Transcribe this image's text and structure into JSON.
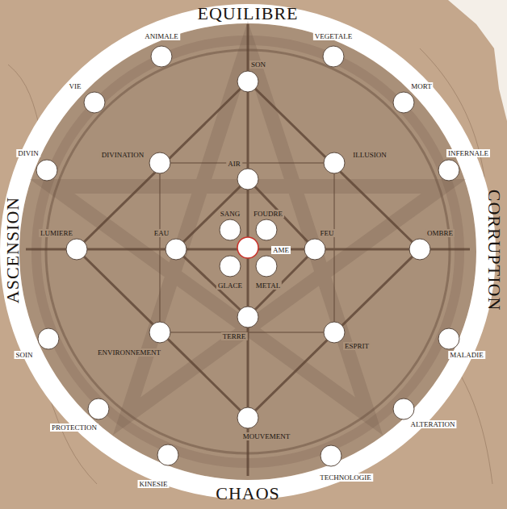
{
  "diagram": {
    "nodes": [
      {
        "text": [
          "ANIMALE"
        ]
      },
      {
        "text": [
          "VEGETALE"
        ]
      },
      {
        "text": [
          "SON"
        ]
      },
      {
        "text": [
          "VIE"
        ]
      },
      {
        "text": [
          "MORT"
        ]
      },
      {
        "text": [
          "DIVINATION"
        ]
      },
      {
        "text": [
          "ILLUSION"
        ]
      },
      {
        "text": [
          "DIVIN"
        ]
      },
      {
        "text": [
          "INFERNALE"
        ]
      },
      {
        "text": [
          "AIR"
        ]
      },
      {
        "text": [
          "SANG"
        ]
      },
      {
        "text": [
          "FOUDRE"
        ]
      },
      {
        "text": [
          "LUMIERE"
        ]
      },
      {
        "text": [
          "EAU"
        ]
      },
      {
        "text": [
          "AME"
        ]
      },
      {
        "text": [
          "FEU"
        ]
      },
      {
        "text": [
          "OMBRE"
        ]
      },
      {
        "text": [
          "GLACE"
        ]
      },
      {
        "text": [
          "METAL"
        ]
      },
      {
        "text": [
          "TERRE"
        ]
      },
      {
        "text": [
          "ENVIRONNEMENT"
        ]
      },
      {
        "text": [
          "ESPRIT"
        ]
      },
      {
        "text": [
          "SOIN"
        ]
      },
      {
        "text": [
          "MALADIE"
        ]
      },
      {
        "text": [
          "PROTECTION"
        ]
      },
      {
        "text": [
          "ALTERATION"
        ]
      },
      {
        "text": [
          "MOUVEMENT"
        ]
      },
      {
        "text": [
          "KINESIE"
        ]
      },
      {
        "text": [
          "TECHNOLOGIE"
        ]
      }
    ],
    "labels": [
      "EQUILIBRE",
      "ASCENSION",
      "CORRUPTION",
      "CHAOS"
    ]
  }
}
